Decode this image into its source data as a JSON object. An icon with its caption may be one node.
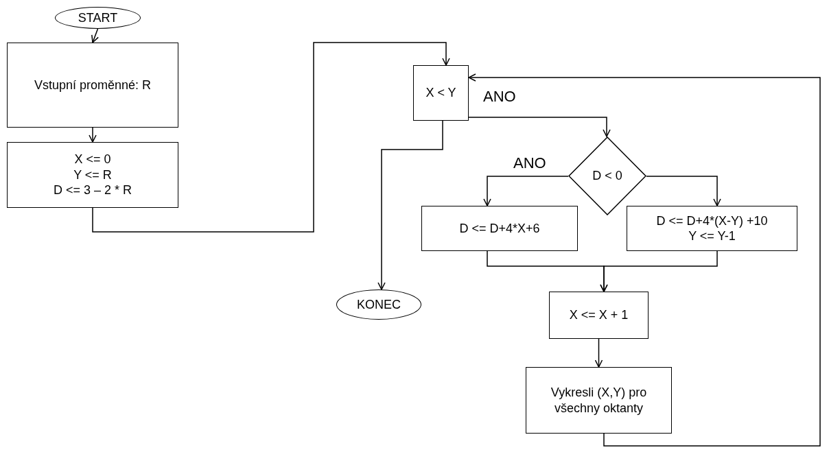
{
  "diagram": {
    "nodes": [
      {
        "text": [
          "START"
        ]
      },
      {
        "text": [
          "Vstupní proměnné: R"
        ]
      },
      {
        "text": [
          "X <= 0",
          "Y <= R",
          "D <= 3 – 2 * R"
        ]
      },
      {
        "text": [
          "X < Y"
        ]
      },
      {
        "text": [
          "D < 0"
        ]
      },
      {
        "text": [
          "D <= D+4*X+6"
        ]
      },
      {
        "text": [
          "D <= D+4*(X-Y) +10",
          "Y <= Y-1"
        ]
      },
      {
        "text": [
          "X <= X + 1"
        ]
      },
      {
        "text": [
          "Vykresli (X,Y) pro všechny oktanty"
        ]
      },
      {
        "text": [
          "KONEC"
        ]
      }
    ],
    "edges": [
      {
        "from": 0,
        "to": 1,
        "arrow": "to"
      },
      {
        "from": 1,
        "to": 2,
        "arrow": "to"
      },
      {
        "from": 2,
        "to": 3,
        "arrow": "to"
      },
      {
        "from": 3,
        "to": 4,
        "arrow": "to",
        "label": "ANO"
      },
      {
        "from": 3,
        "to": 9,
        "arrow": "to"
      },
      {
        "from": 4,
        "to": 5,
        "arrow": "to",
        "label": "ANO"
      },
      {
        "from": 4,
        "to": 6,
        "arrow": "to"
      },
      {
        "from": 5,
        "to": 7,
        "arrow": "to"
      },
      {
        "from": 6,
        "to": 7,
        "arrow": "to"
      },
      {
        "from": 7,
        "to": 8,
        "arrow": "to"
      },
      {
        "from": 8,
        "to": 3,
        "arrow": "to"
      }
    ]
  }
}
